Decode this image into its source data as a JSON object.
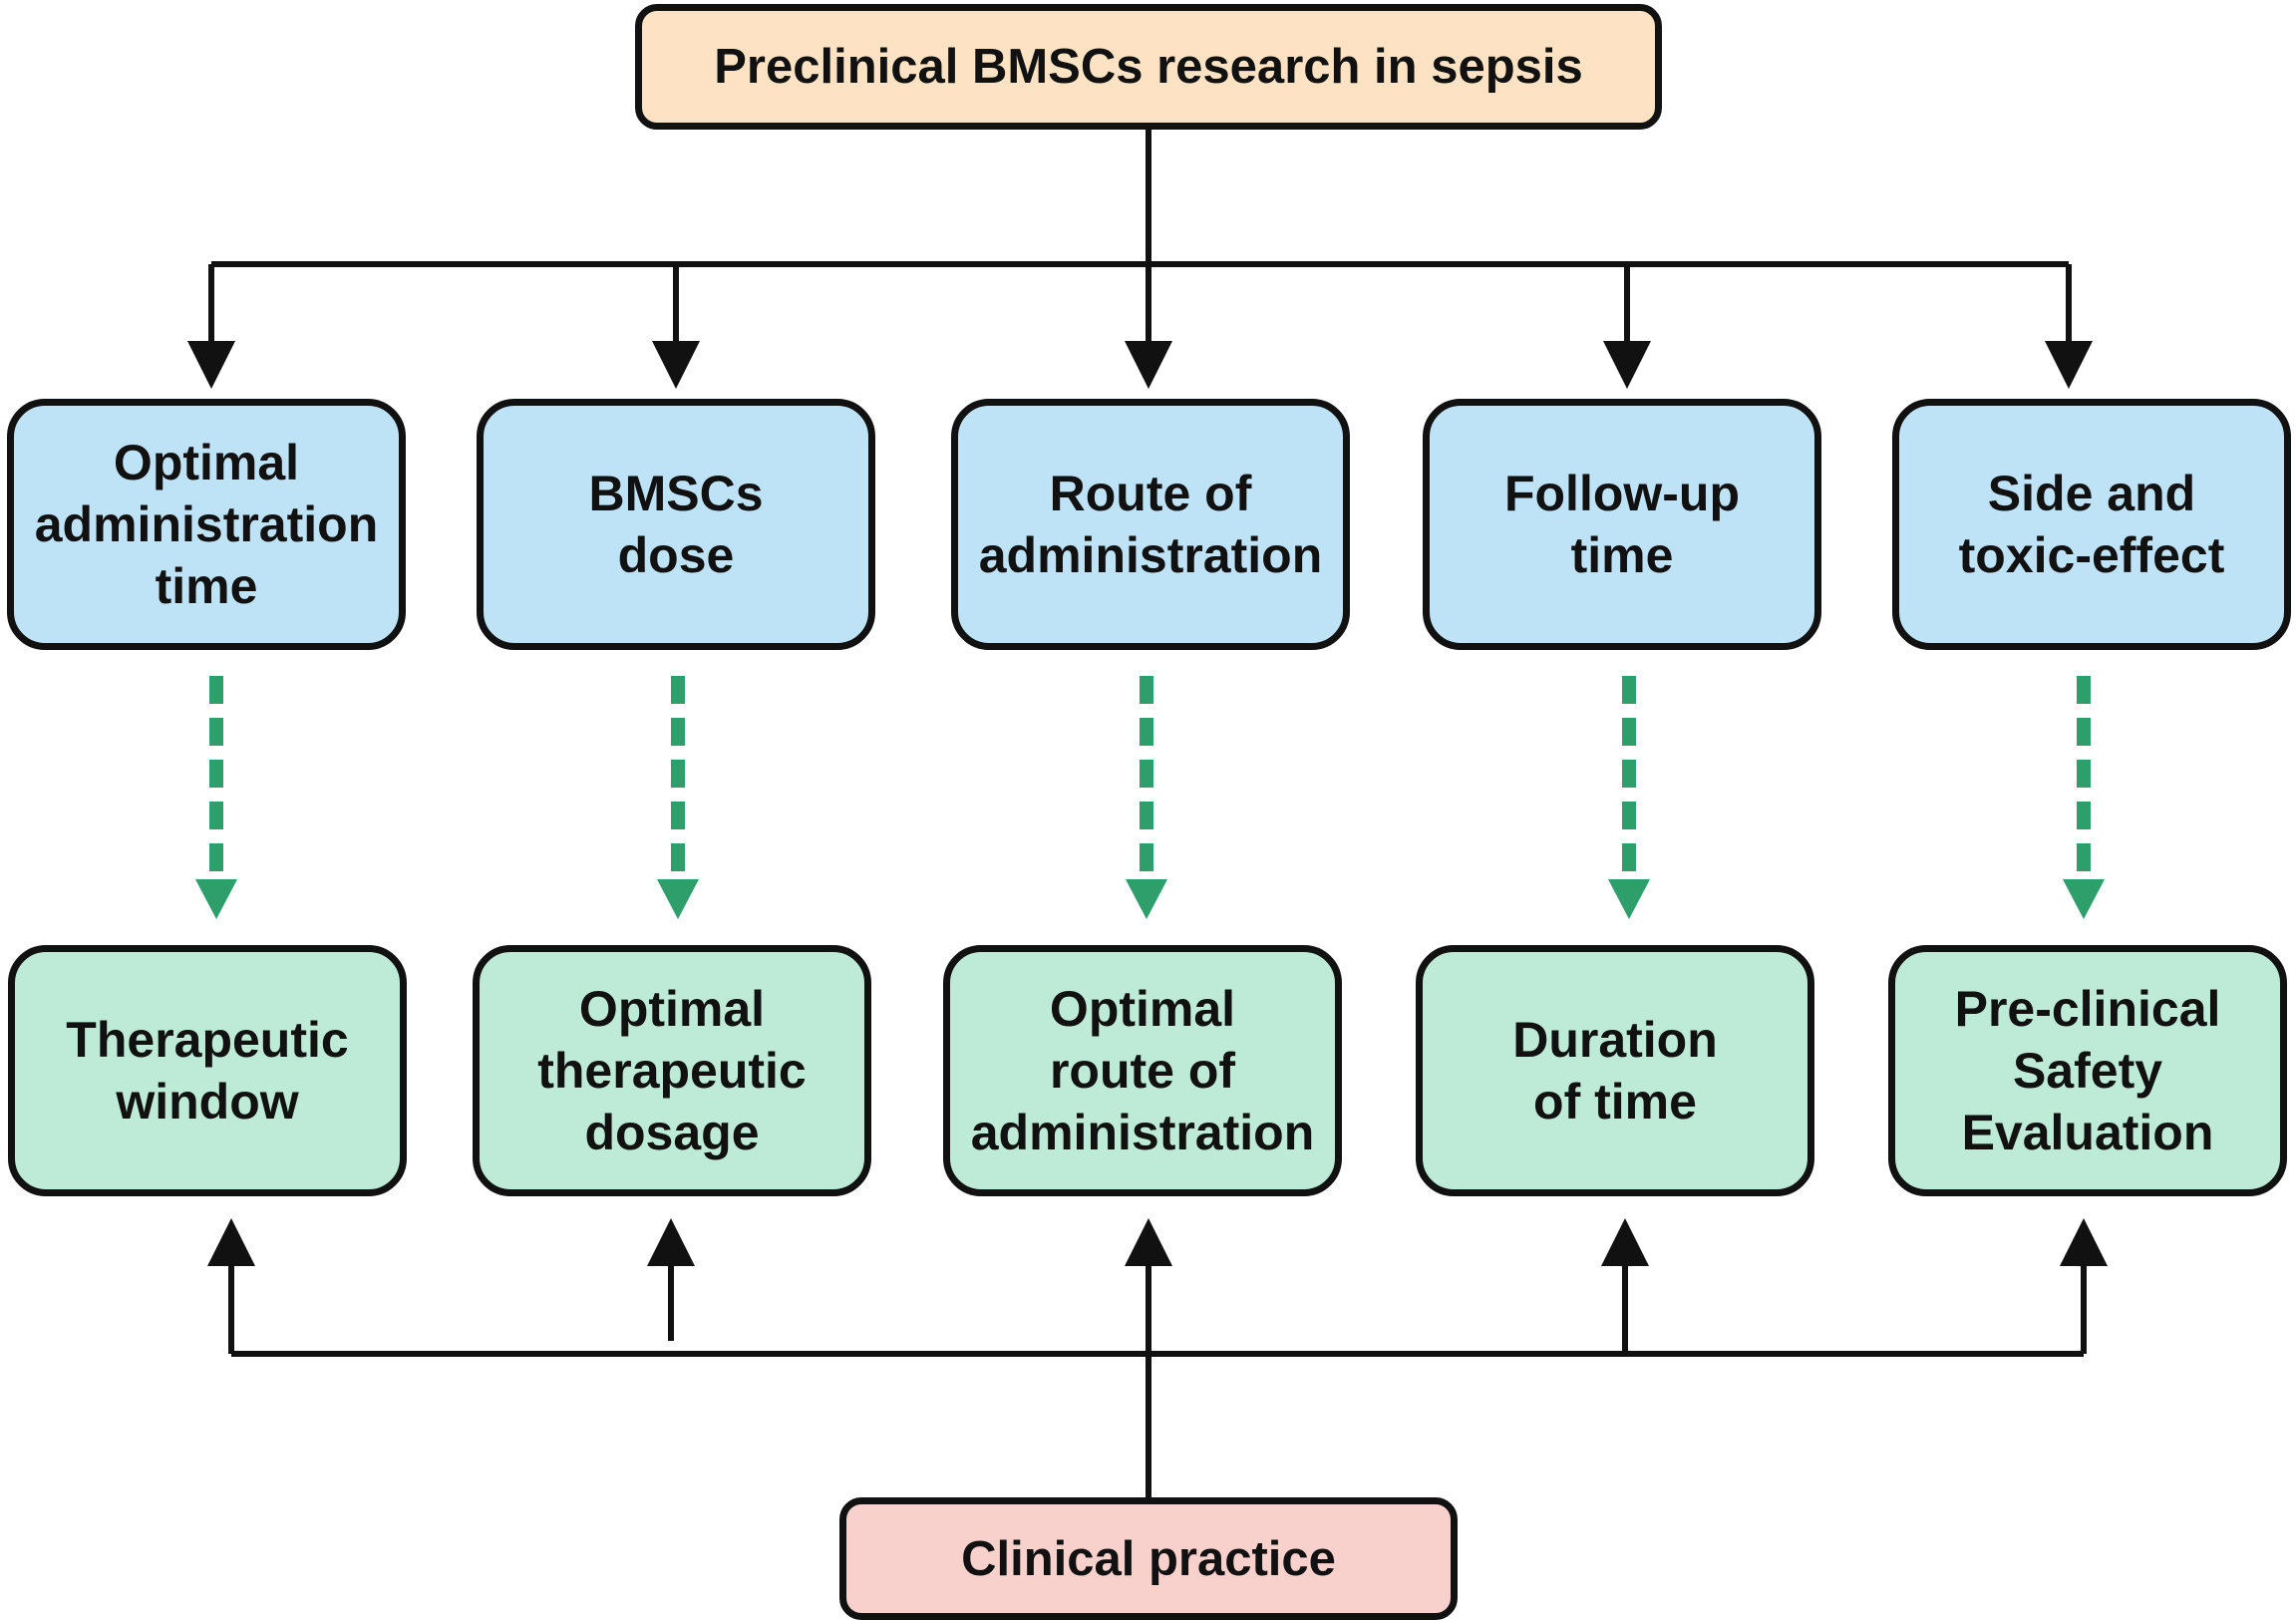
{
  "diagram": {
    "title": "Preclinical BMSCs research in sepsis",
    "factors": [
      {
        "label": "Optimal\nadministration\ntime"
      },
      {
        "label": "BMSCs\ndose"
      },
      {
        "label": "Route of\nadministration"
      },
      {
        "label": "Follow-up\ntime"
      },
      {
        "label": "Side and\ntoxic-effect"
      }
    ],
    "outcomes": [
      {
        "label": "Therapeutic\nwindow"
      },
      {
        "label": "Optimal\ntherapeutic\ndosage"
      },
      {
        "label": "Optimal\nroute of\nadministration"
      },
      {
        "label": "Duration\nof time"
      },
      {
        "label": "Pre-clinical\nSafety\nEvaluation"
      }
    ],
    "bottom": "Clinical practice"
  },
  "colors": {
    "title_fill": "#fde3c3",
    "factor_fill": "#bfe3f6",
    "outcome_fill": "#bdebd7",
    "bottom_fill": "#f8d0cc",
    "dashed_arrow": "#2e9e6b",
    "line": "#111111"
  }
}
